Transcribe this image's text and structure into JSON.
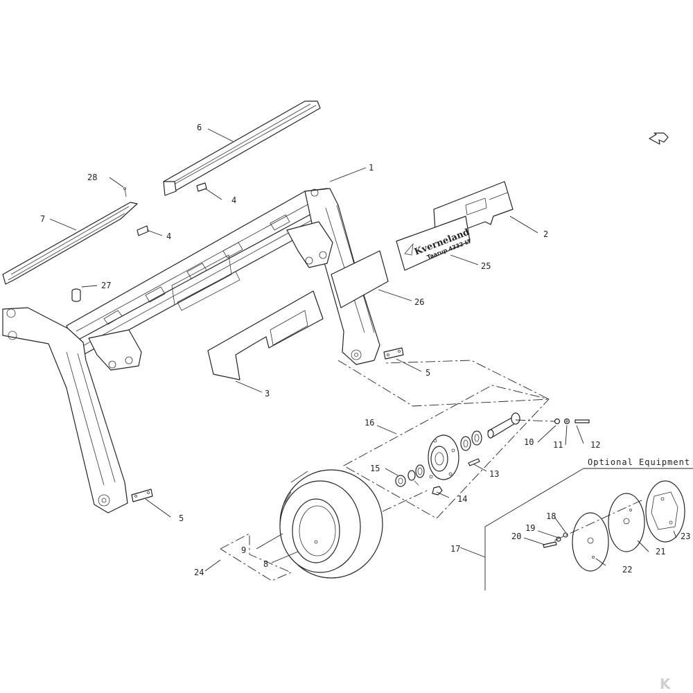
{
  "optional_equipment_label": "Optional Equipment",
  "decal": {
    "brand": "Kverneland",
    "model": "Taarup 4332 LT"
  },
  "watermark": "K",
  "icons": {
    "direction_arrow": "direction-arrow-icon"
  },
  "callouts": {
    "c1": "1",
    "c2": "2",
    "c3": "3",
    "c4a": "4",
    "c4b": "4",
    "c5a": "5",
    "c5b": "5",
    "c6": "6",
    "c7": "7",
    "c8": "8",
    "c9": "9",
    "c10": "10",
    "c11": "11",
    "c12": "12",
    "c13": "13",
    "c14": "14",
    "c15": "15",
    "c16": "16",
    "c17": "17",
    "c18": "18",
    "c19": "19",
    "c20": "20",
    "c21": "21",
    "c22": "22",
    "c23": "23",
    "c24": "24",
    "c25": "25",
    "c26": "26",
    "c27": "27",
    "c28": "28"
  }
}
